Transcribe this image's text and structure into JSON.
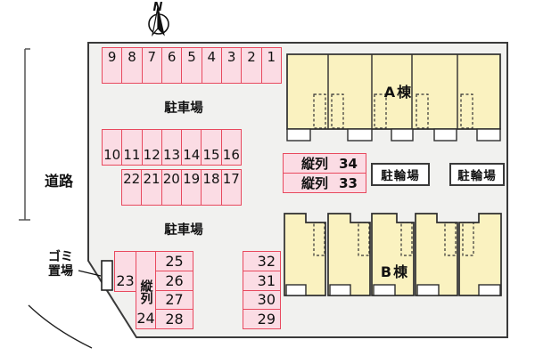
{
  "compass": {
    "north_label": "N"
  },
  "labels": {
    "road": "道路",
    "parking_lot_top": "駐車場",
    "parking_lot_bottom": "駐車場",
    "garbage_line1": "ゴミ",
    "garbage_line2": "置場",
    "building_a": "A棟",
    "building_b": "B棟",
    "bicycle_parking_labels": [
      "駐輪場",
      "駐輪場"
    ],
    "tandem_vertical_label": "縦列"
  },
  "parking": {
    "row_top": [
      "9",
      "8",
      "7",
      "6",
      "5",
      "4",
      "3",
      "2",
      "1"
    ],
    "row_mid_upper": [
      "10",
      "11",
      "12",
      "13",
      "14",
      "15",
      "16"
    ],
    "row_mid_lower": [
      "22",
      "21",
      "20",
      "19",
      "18",
      "17"
    ],
    "tandem_rows": [
      {
        "label": "縦列",
        "number": "34"
      },
      {
        "label": "縦列",
        "number": "33"
      }
    ],
    "space_23": "23",
    "space_24": "24",
    "stack_left": [
      "25",
      "26",
      "27",
      "28"
    ],
    "stack_right": [
      "32",
      "31",
      "30",
      "29"
    ]
  },
  "colors": {
    "parking_fill": "#fbdce4",
    "parking_border": "#e8495e",
    "building_fill": "#faf2c0",
    "site_fill": "#f1f1ef",
    "outline": "#3a3a3a"
  }
}
